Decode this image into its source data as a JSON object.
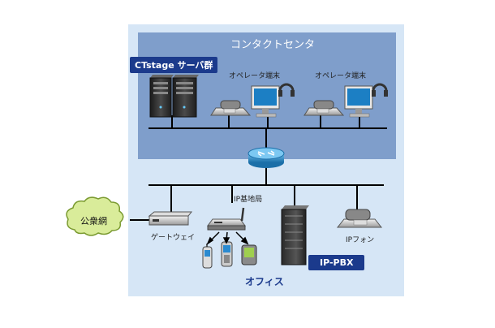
{
  "diagram": {
    "contact_center_title": "コンタクトセンタ",
    "server_group_tag": "CTstage サーバ群",
    "operator_terminal_1": "オペレータ端末",
    "operator_terminal_2": "オペレータ端末",
    "ip_base_station": "IP基地局",
    "public_network": "公衆網",
    "gateway": "ゲートウェイ",
    "ip_phone": "IPフォン",
    "ip_pbx_tag": "IP-PBX",
    "office_label": "オフィス"
  },
  "colors": {
    "office_bg": "#d6e6f6",
    "contact_center_bg": "#7f9ecb",
    "tag_bg": "#1b3a8c",
    "line": "#000000",
    "cloud_fill": "#d9ec9a",
    "cloud_stroke": "#7a9a30",
    "router_fill": "#2a87c4"
  },
  "icons": [
    "server-icon",
    "desk-phone-icon",
    "computer-monitor-icon",
    "headset-icon",
    "router-icon",
    "gateway-icon",
    "wireless-access-point-icon",
    "mobile-phone-icon",
    "pbx-rack-icon",
    "ip-phone-icon",
    "cloud-icon"
  ]
}
